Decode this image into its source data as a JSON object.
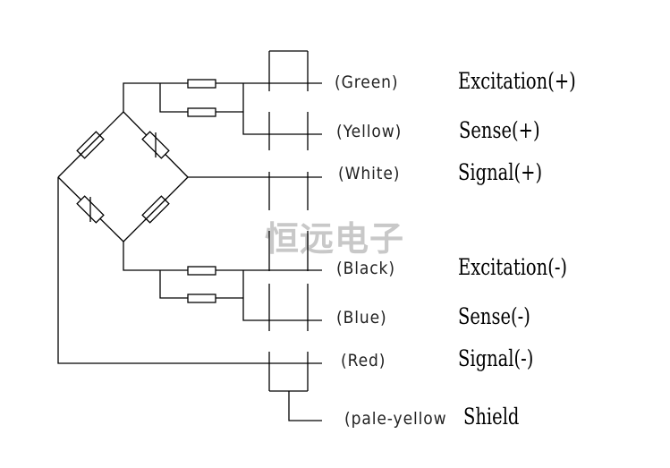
{
  "watermark": "恒远电子",
  "wires": [
    {
      "color": "(Green)",
      "function": "Excitation(+)"
    },
    {
      "color": "(Yellow)",
      "function": "Sense(+)"
    },
    {
      "color": "(White)",
      "function": "Signal(+)"
    },
    {
      "color": "(Black)",
      "function": "Excitation(-)"
    },
    {
      "color": "(Blue)",
      "function": "Sense(-)"
    },
    {
      "color": "(Red)",
      "function": "Signal(-)"
    },
    {
      "color": "(pale-yellow",
      "function": "Shield"
    }
  ]
}
